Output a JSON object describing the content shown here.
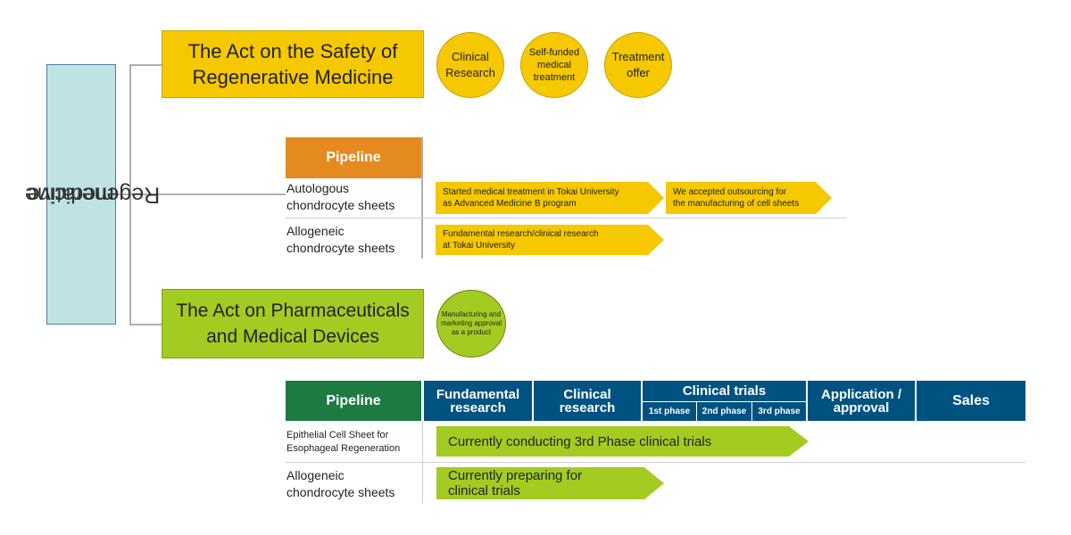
{
  "root": {
    "line1": "Regenerative",
    "line2": "medicine"
  },
  "safety_act": {
    "line1": "The Act on the Safety of",
    "line2": "Regenerative Medicine",
    "circles": [
      {
        "lines": [
          "Clinical",
          "Research"
        ]
      },
      {
        "lines": [
          "Self-funded",
          "medical",
          "treatment"
        ]
      },
      {
        "lines": [
          "Treatment",
          "offer"
        ]
      }
    ],
    "pipeline_header": "Pipeline",
    "rows": [
      {
        "label1": "Autologous",
        "label2": "chondrocyte sheets",
        "arrows": [
          {
            "line1": "Started medical treatment in Tokai University",
            "line2": "as Advanced Medicine B program"
          },
          {
            "line1": "We accepted outsourcing for",
            "line2": "the manufacturing of cell sheets"
          }
        ]
      },
      {
        "label1": "Allogeneic",
        "label2": "chondrocyte sheets",
        "arrows": [
          {
            "line1": "Fundamental research/clinical research",
            "line2": "at Tokai University"
          }
        ]
      }
    ]
  },
  "pharma_act": {
    "line1": "The Act on Pharmaceuticals",
    "line2": "and Medical Devices",
    "circle": {
      "lines": [
        "Manufacturing and",
        "marketing approval",
        "as a product"
      ]
    },
    "pipeline_header": "Pipeline",
    "columns": {
      "fundamental": {
        "line1": "Fundamental",
        "line2": "research"
      },
      "clinical_research": {
        "line1": "Clinical",
        "line2": "research"
      },
      "clinical_trials": "Clinical trials",
      "phases": [
        "1st phase",
        "2nd phase",
        "3rd phase"
      ],
      "application": {
        "line1": "Application /",
        "line2": "approval"
      },
      "sales": "Sales"
    },
    "rows": [
      {
        "label1": "Epithelial Cell Sheet for",
        "label2": "Esophageal Regeneration",
        "arrow_line1": "Currently conducting 3rd Phase clinical trials",
        "arrow_line2": ""
      },
      {
        "label1": "Allogeneic",
        "label2": "chondrocyte sheets",
        "arrow_line1": "Currently preparing for",
        "arrow_line2": "clinical trials"
      }
    ]
  },
  "colors": {
    "yellow": "#f5c800",
    "green": "#a4cb22",
    "orange": "#e58a1f",
    "dark_green": "#1e7a43",
    "navy": "#005281",
    "light_teal": "#bfe3e4"
  }
}
